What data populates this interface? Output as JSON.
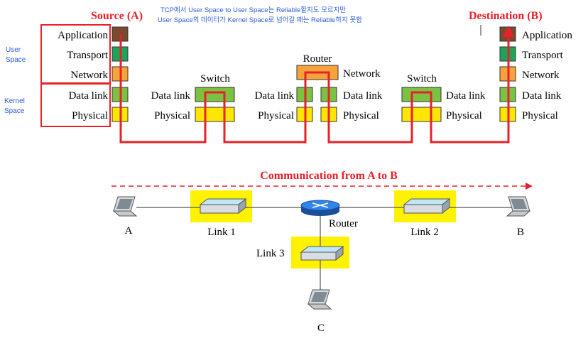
{
  "source_title": "Source (A)",
  "destination_title": "Destination (B)",
  "note_line1": "TCP에서 User Space to User Space는 Reliable할지도 모르지만",
  "note_line2": "User Space의 데이터가 Kernel Space로 넘어갈 때는 Reliable하지 못함",
  "user_space_label": [
    "User",
    "Space"
  ],
  "kernel_space_label": [
    "Kernel",
    "Space"
  ],
  "layers": [
    "Application",
    "Transport",
    "Network",
    "Data link",
    "Physical"
  ],
  "switch_label": "Switch",
  "router_label": "Router",
  "network_label": "Network",
  "data_link_label": "Data link",
  "physical_label": "Physical",
  "communication_title": "Communication from A to B",
  "nodes": {
    "a": "A",
    "b": "B",
    "c": "C",
    "link1": "Link 1",
    "link2": "Link 2",
    "link3": "Link 3",
    "router": "Router"
  },
  "colors": {
    "application": "#7a4a2e",
    "transport": "#1fa35a",
    "network": "#f6a33a",
    "datalink": "#7cc242",
    "physical": "#ffe600",
    "path_red": "#e8202a",
    "highlight_yellow": "#fff200",
    "router_blue": "#1f6fd1"
  }
}
